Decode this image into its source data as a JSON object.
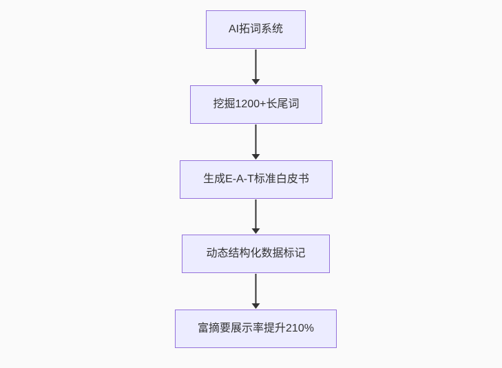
{
  "diagram": {
    "type": "flowchart",
    "direction": "top-down",
    "nodes": [
      {
        "label": "AI拓词系统"
      },
      {
        "label": "挖掘1200+长尾词"
      },
      {
        "label": "生成E-A-T标准白皮书"
      },
      {
        "label": "动态结构化数据标记"
      },
      {
        "label": "富摘要展示率提升210%"
      }
    ],
    "edges": [
      {
        "from": 0,
        "to": 1
      },
      {
        "from": 1,
        "to": 2
      },
      {
        "from": 2,
        "to": 3
      },
      {
        "from": 3,
        "to": 4
      }
    ],
    "colors": {
      "background": "#fafafa",
      "node_fill": "#ececff",
      "node_border": "#9370db",
      "arrow": "#333333",
      "text": "#333333"
    }
  }
}
